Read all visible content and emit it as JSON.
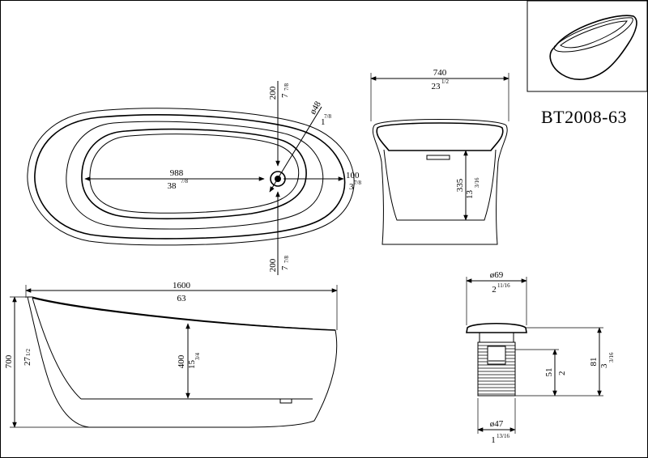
{
  "model": "BT2008-63",
  "top_view": {
    "length_mm": "988",
    "length_in_whole": "38",
    "length_in_frac": "7/8",
    "drain_dia": "ø48",
    "drain_in_whole": "1",
    "drain_in_frac": "7/8",
    "offset_top_mm": "200",
    "offset_top_frac": "7/8",
    "offset_top_whole": "7",
    "offset_bottom_mm": "200",
    "offset_bottom_whole": "7",
    "offset_bottom_frac": "7/8",
    "end_mm": "100",
    "end_in_whole": "3",
    "end_in_frac": "7/8"
  },
  "end_view": {
    "width_mm": "740",
    "width_in_whole": "23",
    "width_in_frac": "1/2",
    "depth_mm": "335",
    "depth_in_whole": "13",
    "depth_in_frac": "3/16"
  },
  "side_view": {
    "length_mm": "1600",
    "length_in": "63",
    "height_mm": "700",
    "height_in_whole": "27",
    "height_in_frac": "1/2",
    "inner_depth_mm": "400",
    "inner_depth_in_whole": "15",
    "inner_depth_in_frac": "3/4"
  },
  "drain_detail": {
    "cap_dia": "ø69",
    "cap_in_whole": "2",
    "cap_in_frac": "11/16",
    "body_dia": "ø47",
    "body_in_whole": "1",
    "body_in_frac": "13/16",
    "thread_len_mm": "51",
    "thread_len_in": "2",
    "total_len_mm": "81",
    "total_len_in_whole": "3",
    "total_len_in_frac": "3/16"
  }
}
